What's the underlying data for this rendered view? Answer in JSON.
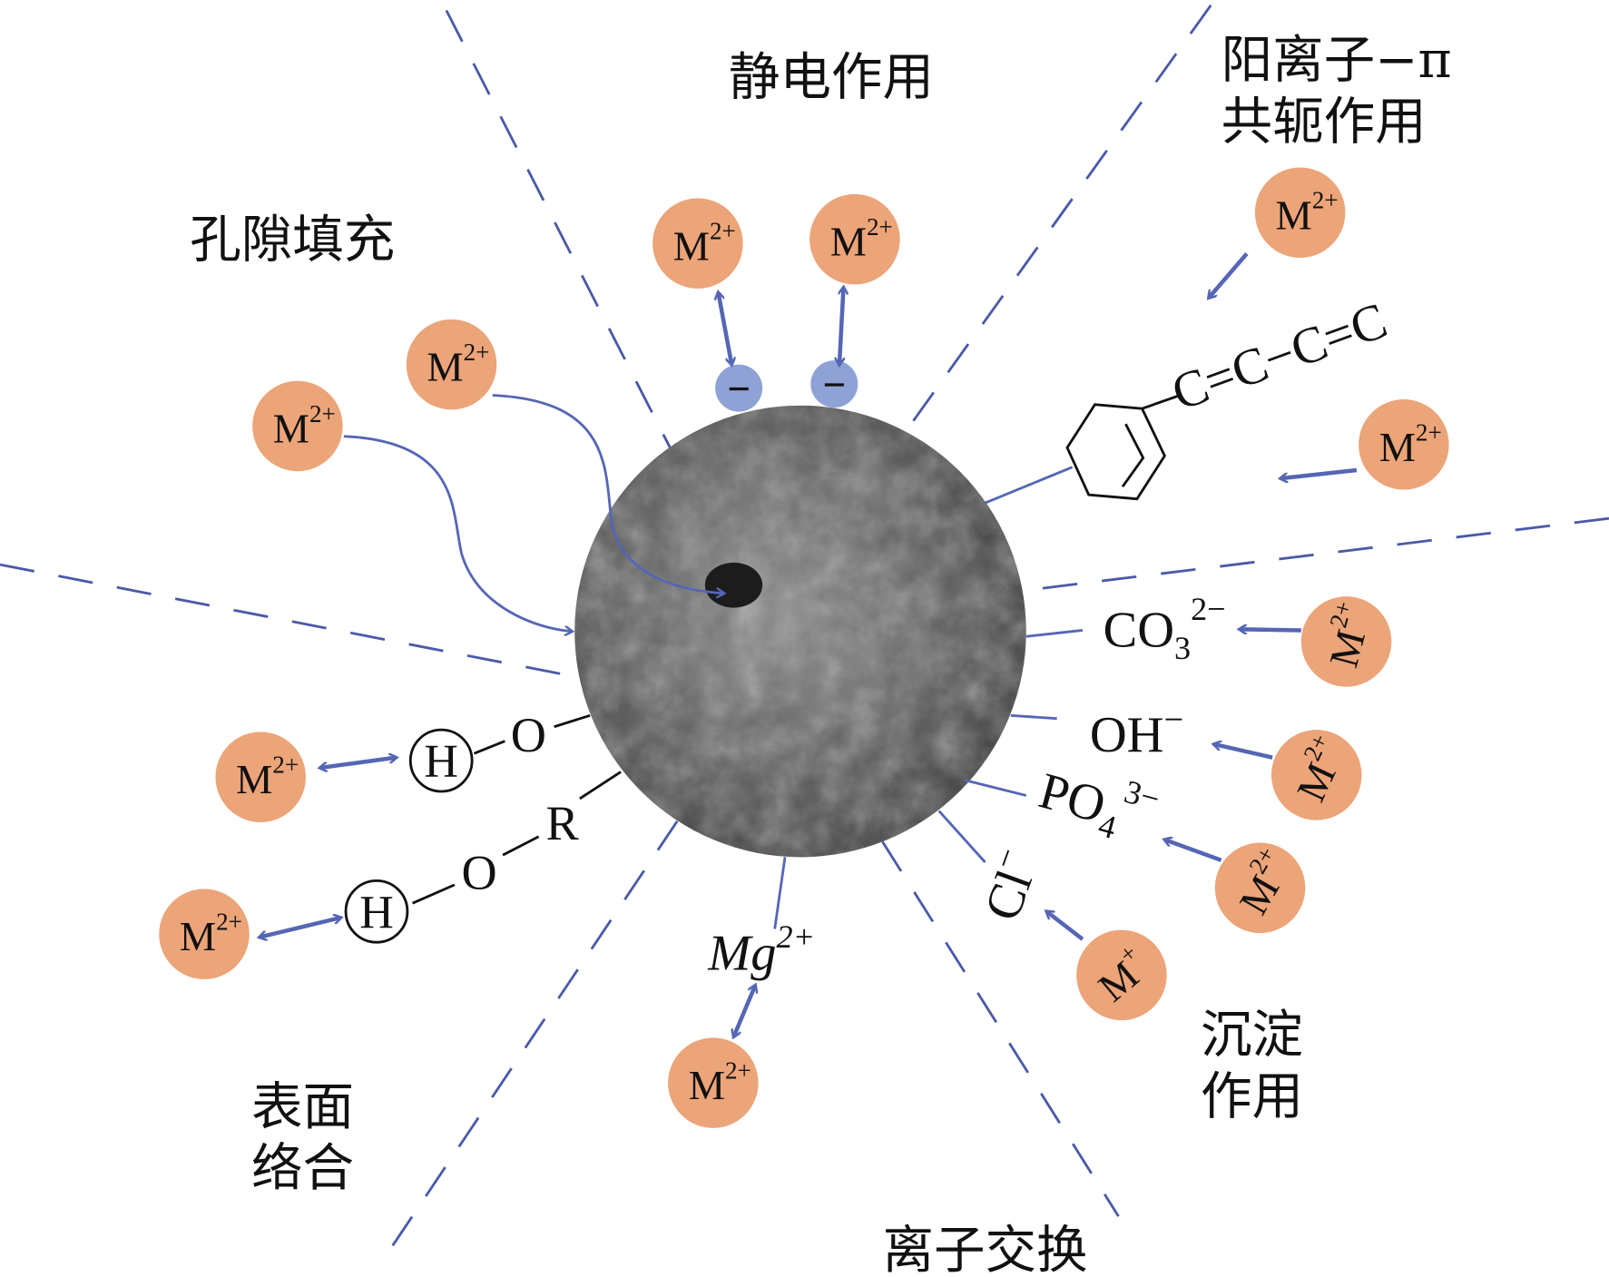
{
  "labels": {
    "electrostatic": "静电作用",
    "cation_pi_line1": "阳离子−π",
    "cation_pi_line2": "共轭作用",
    "pore_filling": "孔隙填充",
    "surface_complex_line1": "表面",
    "surface_complex_line2": "络合",
    "precipitation_line1": "沉淀",
    "precipitation_line2": "作用",
    "ion_exchange": "离子交换"
  },
  "ions": {
    "metal": "M",
    "charge_2plus": "2+",
    "charge_plus": "+",
    "negative": "−",
    "co3": "CO",
    "co3_sub": "3",
    "co3_charge": "2−",
    "oh": "OH",
    "oh_charge": "−",
    "po4": "PO",
    "po4_sub": "4",
    "po4_charge": "3−",
    "cl": "Cl",
    "cl_charge": "−",
    "mg": "Mg",
    "mg_charge": "2+",
    "h": "H",
    "o": "O",
    "r": "R",
    "chain": "C=C−C=C"
  },
  "colors": {
    "metal_ion": "#eca479",
    "negative_site": "#8ea2d6",
    "arrow": "#5566b5",
    "dash": "#4a5aa8"
  }
}
